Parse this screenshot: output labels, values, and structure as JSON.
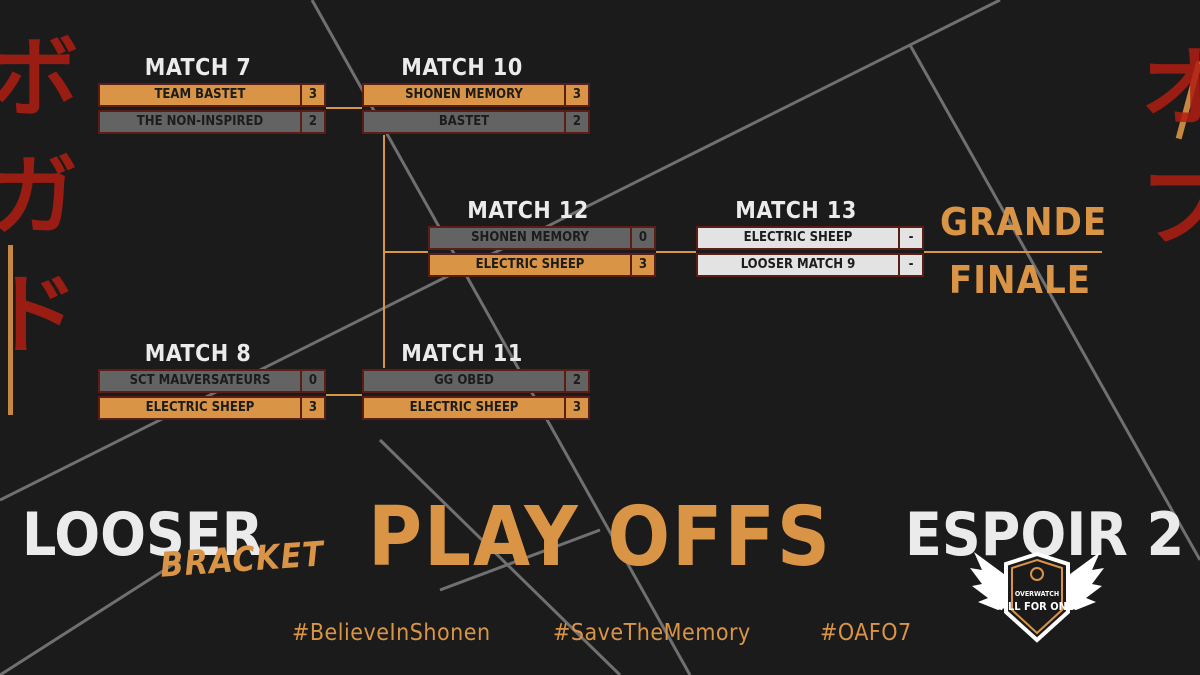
{
  "colors": {
    "accent": "#d99445",
    "background": "#1b1b1b",
    "text_light": "#ebebeb"
  },
  "decor": {
    "left_text": "ボ ガ ド",
    "right_text": "オ ブ"
  },
  "matches": {
    "m7": {
      "title": "MATCH 7",
      "rows": [
        {
          "name": "TEAM BASTET",
          "score": "3",
          "state": "win"
        },
        {
          "name": "THE NON-INSPIRED",
          "score": "2",
          "state": "lose"
        }
      ]
    },
    "m10": {
      "title": "MATCH 10",
      "rows": [
        {
          "name": "SHONEN MEMORY",
          "score": "3",
          "state": "win"
        },
        {
          "name": "BASTET",
          "score": "2",
          "state": "lose"
        }
      ]
    },
    "m12": {
      "title": "MATCH 12",
      "rows": [
        {
          "name": "SHONEN MEMORY",
          "score": "0",
          "state": "lose"
        },
        {
          "name": "ELECTRIC SHEEP",
          "score": "3",
          "state": "win"
        }
      ]
    },
    "m13": {
      "title": "MATCH 13",
      "rows": [
        {
          "name": "ELECTRIC SHEEP",
          "score": "-",
          "state": "pend"
        },
        {
          "name": "LOOSER MATCH 9",
          "score": "-",
          "state": "pend"
        }
      ]
    },
    "m8": {
      "title": "MATCH 8",
      "rows": [
        {
          "name": "SCT MALVERSATEURS",
          "score": "0",
          "state": "lose"
        },
        {
          "name": "ELECTRIC SHEEP",
          "score": "3",
          "state": "win"
        }
      ]
    },
    "m11": {
      "title": "MATCH 11",
      "rows": [
        {
          "name": "GG OBED",
          "score": "2",
          "state": "lose"
        },
        {
          "name": "ELECTRIC SHEEP",
          "score": "3",
          "state": "win"
        }
      ]
    }
  },
  "finale": {
    "line1": "GRANDE",
    "line2": "FINALE"
  },
  "footer": {
    "left_title": "LOOSER",
    "left_subtitle": "BRACKET",
    "center_title": "PLAY OFFS",
    "right_title": "ESPOIR 2",
    "logo_top": "OVERWATCH",
    "logo_bottom": "ALL FOR ONE",
    "hashtags": [
      "#BelieveInShonen",
      "#SaveTheMemory",
      "#OAFO7"
    ]
  }
}
